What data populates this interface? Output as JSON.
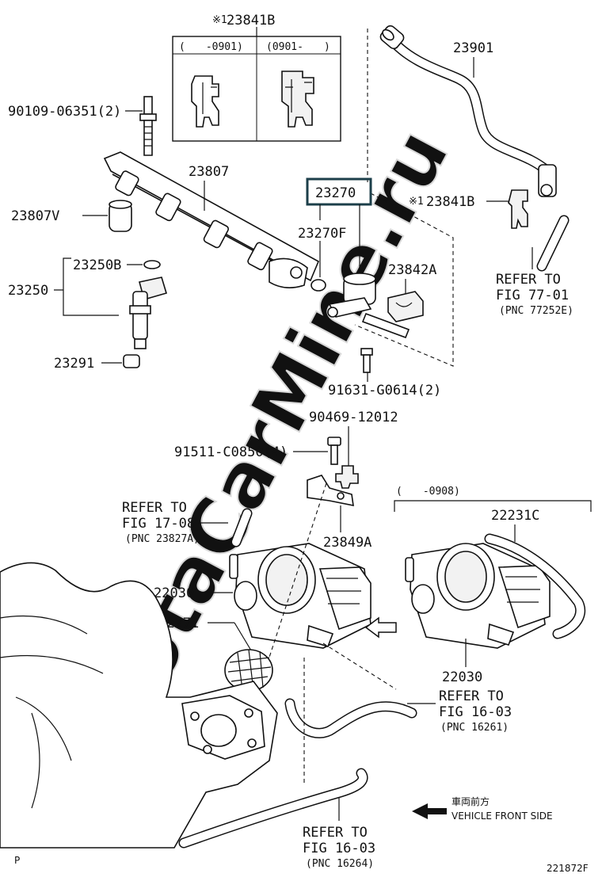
{
  "watermark": "ToyotaCarMine.ru",
  "parts": {
    "p23841B_top": "23841B",
    "p23841B_top_mark": "※1",
    "range_left": "(　　-0901)",
    "range_right": "(0901-　　)",
    "p23901": "23901",
    "p90109": "90109-06351(2)",
    "p23807": "23807",
    "p23270": "23270",
    "p23841B_side_mark": "※1",
    "p23841B_side": "23841B",
    "p23807V": "23807V",
    "p23270F": "23270F",
    "p23250B": "23250B",
    "p23842A": "23842A",
    "p23250": "23250",
    "p23291": "23291",
    "p91631": "91631-G0614(2)",
    "p90469": "90469-12012",
    "p91511": "91511-C0850(4)",
    "range_0908": "(　　-0908)",
    "p22231C": "22231C",
    "p23849A": "23849A",
    "p22030_left": "22030",
    "p22271": "22271",
    "p22030_right": "22030"
  },
  "refs": {
    "fig77": {
      "line1": "REFER TO",
      "line2": "FIG 77-01",
      "line3": "(PNC 77252E)"
    },
    "fig17": {
      "line1": "REFER TO",
      "line2": "FIG 17-08",
      "line3": "(PNC 23827A)"
    },
    "fig16a": {
      "line1": "REFER TO",
      "line2": "FIG 16-03",
      "line3": "(PNC 16261)"
    },
    "fig16b": {
      "line1": "REFER TO",
      "line2": "FIG 16-03",
      "line3": "(PNC 16264)"
    }
  },
  "direction": {
    "jp": "車両前方",
    "en": "VEHICLE FRONT SIDE"
  },
  "corner_left": "P",
  "figure_code": "221872F"
}
